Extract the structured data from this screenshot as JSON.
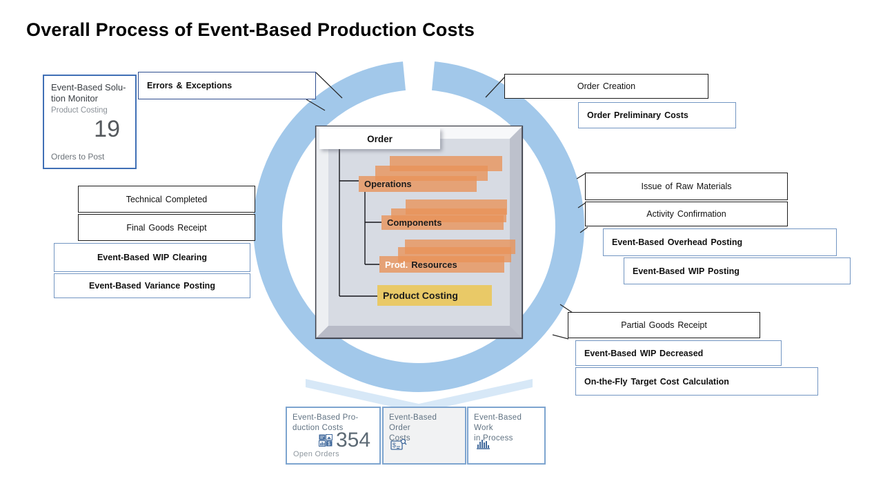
{
  "title": "Overall Process of Event-Based Production Costs",
  "monitor_card": {
    "title_line1": "Event-Based Solu-",
    "title_line2": "tion Monitor",
    "subtitle": "Product Costing",
    "value": "19",
    "footer": "Orders to Post"
  },
  "callouts": {
    "errors": "Errors & Exceptions",
    "order_creation": "Order Creation",
    "order_preliminary": "Order Preliminary Costs",
    "issue_raw_materials": "Issue of Raw Materials",
    "activity_confirmation": "Activity Confirmation",
    "overhead_posting": "Event-Based Overhead Posting",
    "wip_posting": "Event-Based WIP Posting",
    "partial_goods": "Partial Goods Receipt",
    "wip_decreased": "Event-Based WIP Decreased",
    "on_the_fly": "On-the-Fly Target Cost Calculation",
    "technical_completed": "Technical Completed",
    "final_goods": "Final Goods Receipt",
    "wip_clearing": "Event-Based WIP Clearing",
    "variance_posting": "Event-Based Variance Posting"
  },
  "center": {
    "order": "Order",
    "operations": "Operations",
    "components": "Components",
    "prod_prefix": "Prod.",
    "prod_rest": "Resources",
    "product_costing": "Product Costing"
  },
  "tiles": [
    {
      "title_line1": "Event-Based Pro-",
      "title_line2": "duction Costs",
      "value": "354",
      "footer": "Open Orders",
      "icon": "kpi-grid-icon"
    },
    {
      "title_line1": "Event-Based Order",
      "title_line2": "Costs",
      "icon": "invoice-search-icon"
    },
    {
      "title_line1": "Event-Based Work",
      "title_line2": "in Process",
      "icon": "bar-chart-icon"
    }
  ],
  "colors": {
    "ring": "#a2c8ea",
    "arrow": "#d7e8f7",
    "orange": "#e9945a",
    "yellow": "#e9c967",
    "blue_border": "#7295c2",
    "dark_border": "#1b1b1b",
    "tile_border": "#7da4cf",
    "icon_blue": "#40699c"
  }
}
